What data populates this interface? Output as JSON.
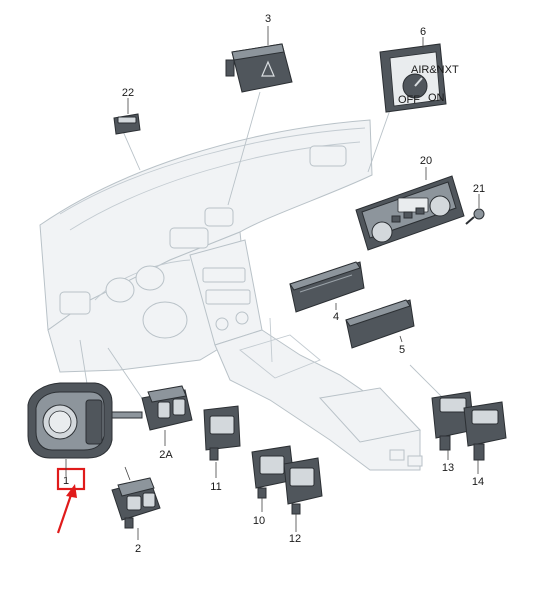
{
  "callouts": {
    "c1": "1",
    "c2": "2",
    "c2a": "2A",
    "c3": "3",
    "c4": "4",
    "c5": "5",
    "c6": "6",
    "c10": "10",
    "c11": "11",
    "c12": "12",
    "c13": "13",
    "c14": "14",
    "c20": "20",
    "c21": "21",
    "c22": "22"
  },
  "knob_markings": {
    "top": "AIR&NXT",
    "left": "OFF",
    "right": "ON"
  },
  "colors": {
    "highlight": "#e01b1b",
    "line_art": "#b9c2c8",
    "part_dark": "#50565c"
  }
}
